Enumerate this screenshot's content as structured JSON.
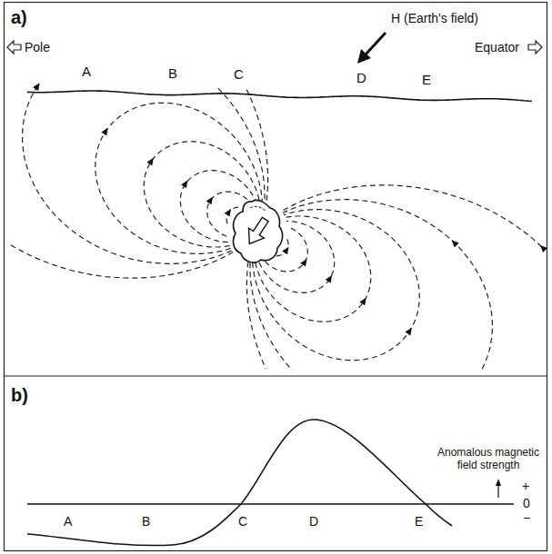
{
  "diagram": {
    "labels": [
      "a)",
      "Pole",
      "H (Earth's field)",
      "Equator",
      "A",
      "B",
      "C",
      "D",
      "E",
      "b)",
      "Anomalous magnetic field strength",
      "+",
      "0",
      "−",
      "A",
      "B",
      "C",
      "D",
      "E"
    ]
  }
}
